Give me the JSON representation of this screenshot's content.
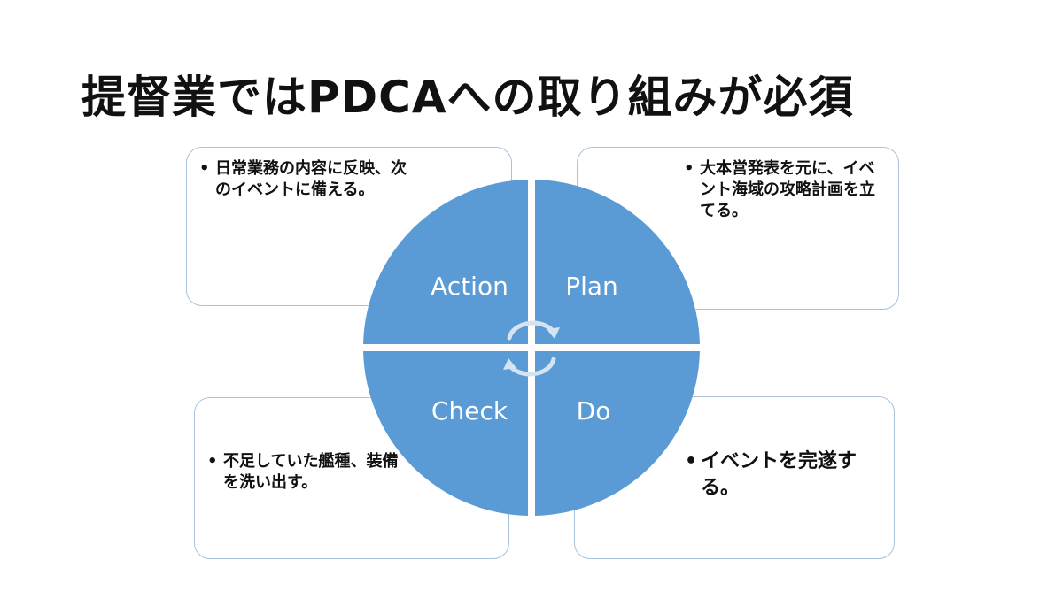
{
  "title": "提督業ではPDCAへの取り組みが必須",
  "colors": {
    "quadrant_fill": "#5b9bd5",
    "box_border": "#a9c3dc",
    "arrow": "#d6e4f2"
  },
  "quadrants": {
    "action": "Action",
    "plan": "Plan",
    "check": "Check",
    "do": "Do"
  },
  "boxes": {
    "action": {
      "bullet": "•",
      "text": "日常業務の内容に反映、次のイベントに備える。"
    },
    "plan": {
      "bullet": "•",
      "text": "大本営発表を元に、イベント海域の攻略計画を立てる。"
    },
    "check": {
      "bullet": "•",
      "text": "不足していた艦種、装備を洗い出す。"
    },
    "do": {
      "bullet": "•",
      "text": "イベントを完遂する。"
    }
  }
}
